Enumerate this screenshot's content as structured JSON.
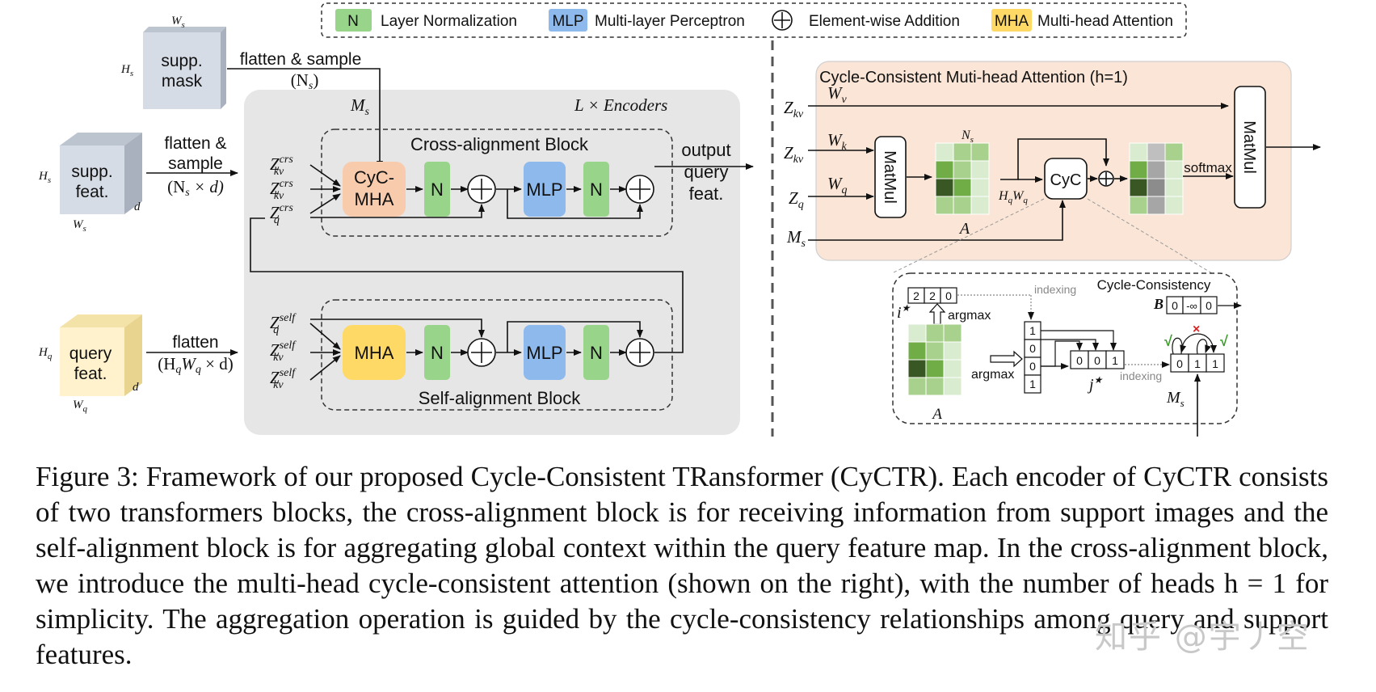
{
  "legend": {
    "n_key": "N",
    "n_label": "Layer Normalization",
    "mlp_key": "MLP",
    "mlp_label": "Multi-layer Perceptron",
    "add_label": "Element-wise Addition",
    "mha_key": "MHA",
    "mha_label": "Multi-head Attention"
  },
  "inputs": {
    "mask_line1": "supp.",
    "mask_line2": "mask",
    "mask_w": "W",
    "mask_w_sub": "s",
    "mask_h": "H",
    "mask_h_sub": "s",
    "mask_op1": "flatten & sample",
    "mask_op2": "(N",
    "mask_op2_sub": "s",
    "mask_op2_end": ")",
    "supp_line1": "supp.",
    "supp_line2": "feat.",
    "supp_h": "H",
    "supp_h_sub": "s",
    "supp_w": "W",
    "supp_w_sub": "s",
    "supp_d": "d",
    "supp_op1": "flatten &",
    "supp_op2": "sample",
    "supp_op3": "(N",
    "supp_op3_sub": "s",
    "supp_op3_end": " × d)",
    "query_line1": "query",
    "query_line2": "feat.",
    "query_h": "H",
    "query_h_sub": "q",
    "query_w": "W",
    "query_w_sub": "q",
    "query_d": "d",
    "query_op1": "flatten",
    "query_op2": "(H",
    "query_op2_sub1": "q",
    "query_op2_mid": "W",
    "query_op2_sub2": "q",
    "query_op2_end": " × d)"
  },
  "encoder": {
    "title": "L × Encoders",
    "ms": "M",
    "ms_sub": "s",
    "cross_title": "Cross-alignment Block",
    "self_title": "Self-alignment Block",
    "cyc_mha1": "CyC-",
    "cyc_mha2": "MHA",
    "mha": "MHA",
    "n": "N",
    "mlp": "MLP",
    "z": "Z",
    "crs": "crs",
    "self": "self",
    "kv": "kv",
    "q": "q",
    "output1": "output",
    "output2": "query",
    "output3": "feat."
  },
  "attention": {
    "title": "Cycle-Consistent Muti-head Attention (h=1)",
    "z": "Z",
    "kv": "kv",
    "q": "q",
    "wv": "W",
    "wv_sub": "v",
    "wk": "W",
    "wk_sub": "k",
    "wq": "W",
    "wq_sub": "q",
    "ms": "M",
    "ms_sub": "s",
    "matmul": "MatMul",
    "ns": "N",
    "ns_sub": "s",
    "hqwq": "H",
    "hqwq_sub1": "q",
    "hqwq_mid": "W",
    "hqwq_sub2": "q",
    "a": "A",
    "cyc": "CyC",
    "softmax": "softmax"
  },
  "cycle": {
    "title": "Cycle-Consistency",
    "i_values": [
      "2",
      "2",
      "0"
    ],
    "i_label": "i",
    "argmax": "argmax",
    "indexing": "indexing",
    "argmax_values": [
      "1",
      "0",
      "0",
      "1"
    ],
    "j_values": [
      "0",
      "0",
      "1"
    ],
    "j_label": "j",
    "b_label": "B",
    "b_values": [
      "0",
      "-∞",
      "0"
    ],
    "out_values": [
      "0",
      "1",
      "1"
    ],
    "ms": "M",
    "ms_sub": "s",
    "a": "A",
    "check": "√",
    "cross": "×"
  },
  "caption": "Figure 3: Framework of our proposed Cycle-Consistent TRansformer (CyCTR). Each encoder of CyCTR consists of two transformers blocks, the cross-alignment block is for receiving information from support images and the self-alignment block is for aggregating global context within the query feature map. In the cross-alignment block, we introduce the multi-head cycle-consistent attention (shown on the right), with the number of heads h = 1 for simplicity. The aggregation operation is guided by the cycle-consistency relationships among query and support features.",
  "watermark": "知乎 @宇丿空",
  "colors": {
    "norm": "#98d48a",
    "mlp": "#8db9ec",
    "mha": "#ffd966",
    "cyc_mha": "#f8cbad",
    "encoder_bg": "#e6e6e6",
    "attn_bg": "#fbe5d6",
    "supp_box": "#d6dce5",
    "query_box": "#fff2cc"
  },
  "matrices": {
    "A": [
      [
        "#d9ecd0",
        "#a9d18e",
        "#a9d18e"
      ],
      [
        "#70ad47",
        "#a9d18e",
        "#d9ecd0"
      ],
      [
        "#385723",
        "#70ad47",
        "#d9ecd0"
      ],
      [
        "#a9d18e",
        "#a9d18e",
        "#d9ecd0"
      ]
    ],
    "masked": [
      [
        "#d9ecd0",
        "#bfbfbf",
        "#a9d18e"
      ],
      [
        "#70ad47",
        "#a6a6a6",
        "#d9ecd0"
      ],
      [
        "#385723",
        "#8c8c8c",
        "#d9ecd0"
      ],
      [
        "#a9d18e",
        "#a6a6a6",
        "#d9ecd0"
      ]
    ]
  }
}
